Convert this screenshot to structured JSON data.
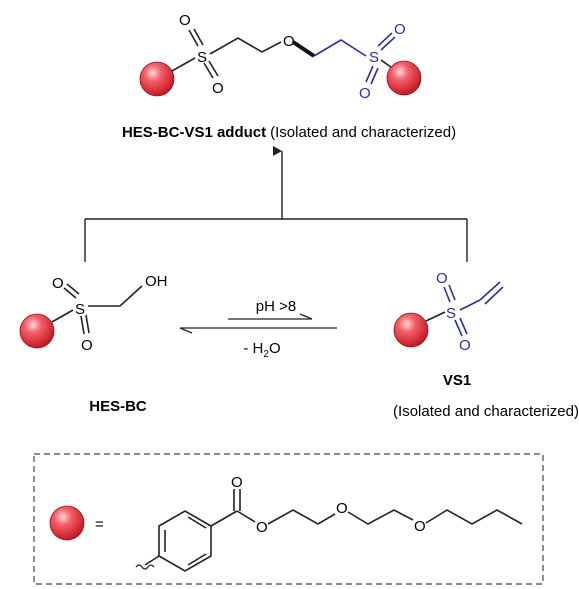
{
  "colors": {
    "bond_black": "#222222",
    "bond_blue": "#2b2f9e",
    "bead_fill": "#ea2f3c",
    "bead_highlight": "#ffd6d8",
    "bead_edge": "#8d1019"
  },
  "atoms": {
    "S": "S",
    "O": "O",
    "OH": "OH"
  },
  "product": {
    "name": "HES-BC-VS1 adduct",
    "note": "(Isolated and characterized)"
  },
  "hes_bc": {
    "name": "HES-BC"
  },
  "vs1": {
    "name": "VS1",
    "note": "(Isolated and characterized)"
  },
  "conditions": {
    "forward": "pH >8",
    "backward_prefix": "- H",
    "backward_sub": "2",
    "backward_suffix": "O"
  },
  "legend": {
    "equals": "="
  }
}
